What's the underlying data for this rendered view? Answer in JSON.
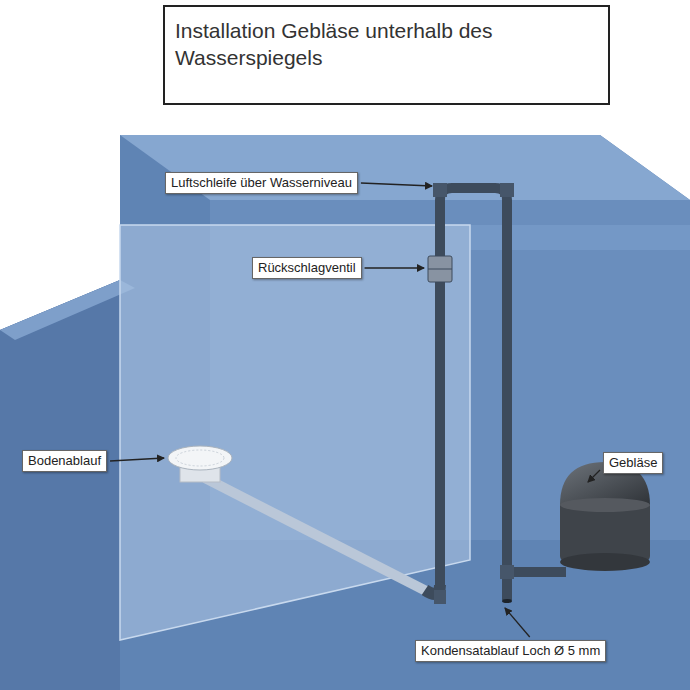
{
  "diagram": {
    "title": "Installation Gebläse unterhalb des Wasserspiegels",
    "labels": [
      "Luftschleife über Wasserniveau",
      "Rückschlagventil",
      "Bodenablauf",
      "Gebläse",
      "Kondensatablauf Loch Ø 5 mm"
    ]
  }
}
